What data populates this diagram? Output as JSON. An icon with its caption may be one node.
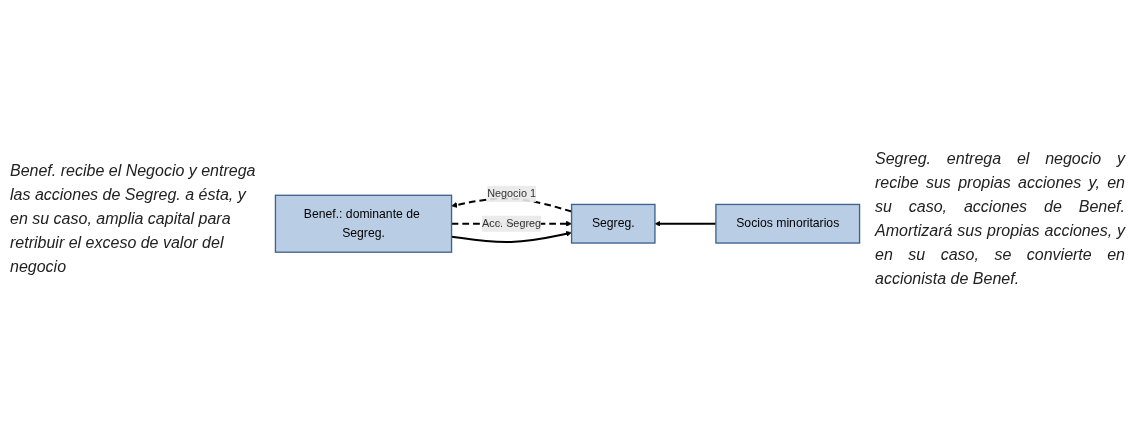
{
  "diagram": {
    "nodes": [
      {
        "text": [
          "Segreg."
        ]
      },
      {
        "text": [
          "Benef.: dominante de Segreg."
        ]
      },
      {
        "text": [
          "Socios minoritarios"
        ]
      }
    ],
    "edges": [
      {
        "from": 0,
        "to": 1,
        "arrow": "to",
        "label": "Negocio 1",
        "style": "dashed"
      },
      {
        "from": 1,
        "to": 0,
        "arrow": "to",
        "label": "Acc. Segreg",
        "style": "dashed"
      },
      {
        "from": 1,
        "to": 0,
        "arrow": "to"
      },
      {
        "from": 2,
        "to": 0,
        "arrow": "to"
      }
    ],
    "labels": [
      "Benef. recibe el Negocio y entrega las acciones de Segreg. a ésta, y en su caso, amplia capital para retribuir el exceso de valor del negocio",
      "Segreg. entrega el negocio y recibe sus propias acciones y, en su caso, acciones de Benef. Amortizará sus propias acciones, y en su caso, se convierte en accionista de Benef."
    ]
  }
}
